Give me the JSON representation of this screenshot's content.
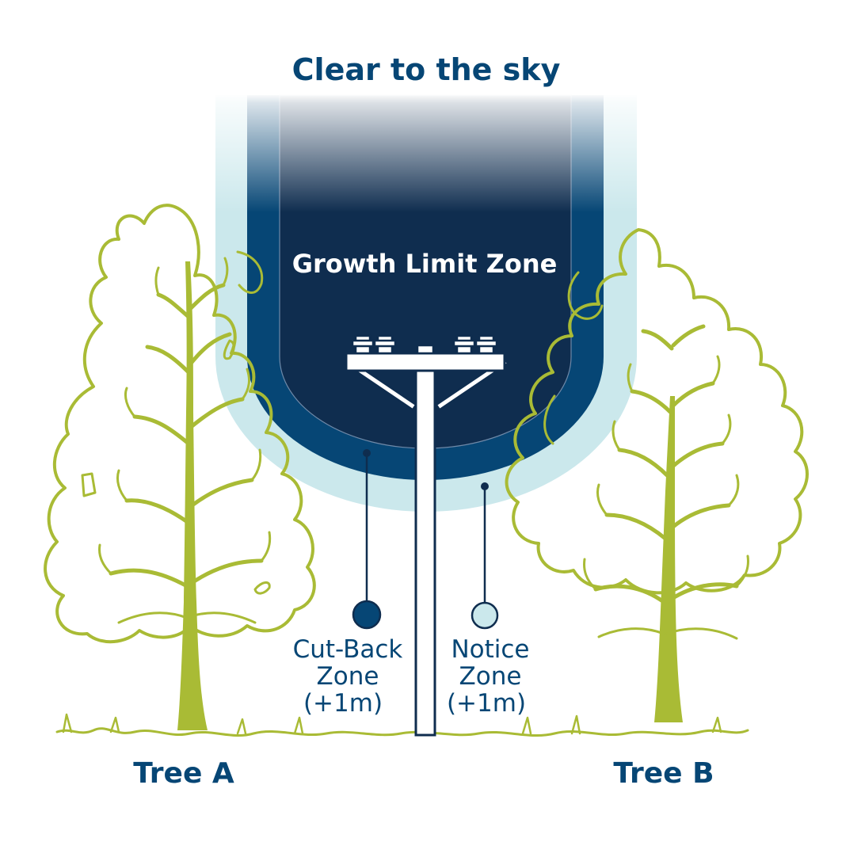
{
  "title": "Clear to the sky",
  "zones": {
    "growth_limit": {
      "label": "Growth Limit Zone",
      "color": "#0f2d4f"
    },
    "cut_back": {
      "line1": "Cut-Back",
      "line2": "Zone",
      "line3": "(+1m)",
      "color": "#064675"
    },
    "notice": {
      "line1": "Notice",
      "line2": "Zone",
      "line3": "(+1m)",
      "color": "#cbe8ec"
    }
  },
  "trees": {
    "a": {
      "label": "Tree A"
    },
    "b": {
      "label": "Tree B"
    }
  },
  "colors": {
    "text": "#064675",
    "tree": "#a9bb35",
    "pole_outline": "#0f2d4f",
    "pole_fill": "#ffffff"
  }
}
